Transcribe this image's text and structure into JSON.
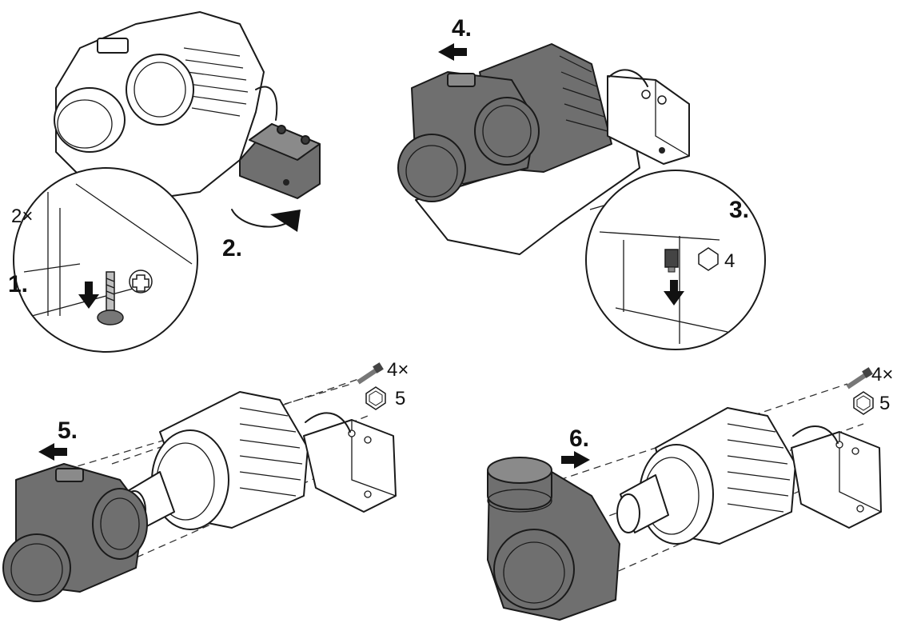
{
  "steps": {
    "s1": "1.",
    "s2": "2.",
    "s3": "3.",
    "s4": "4.",
    "s5": "5.",
    "s6": "6."
  },
  "notes": {
    "screws_2x": "2×",
    "hex_size_step3": "4",
    "screws_4x_step5": "4×",
    "hex_size_step5": "5",
    "screws_4x_step6": "4×",
    "hex_size_step6": "5"
  },
  "icons": {
    "phillips": "phillips-screwdriver-icon",
    "hex": "hex-key-icon",
    "arrow": "direction-arrow-icon"
  },
  "colors": {
    "line": "#1a1a1a",
    "highlight_part": "#6f6f6f",
    "background": "#ffffff"
  }
}
